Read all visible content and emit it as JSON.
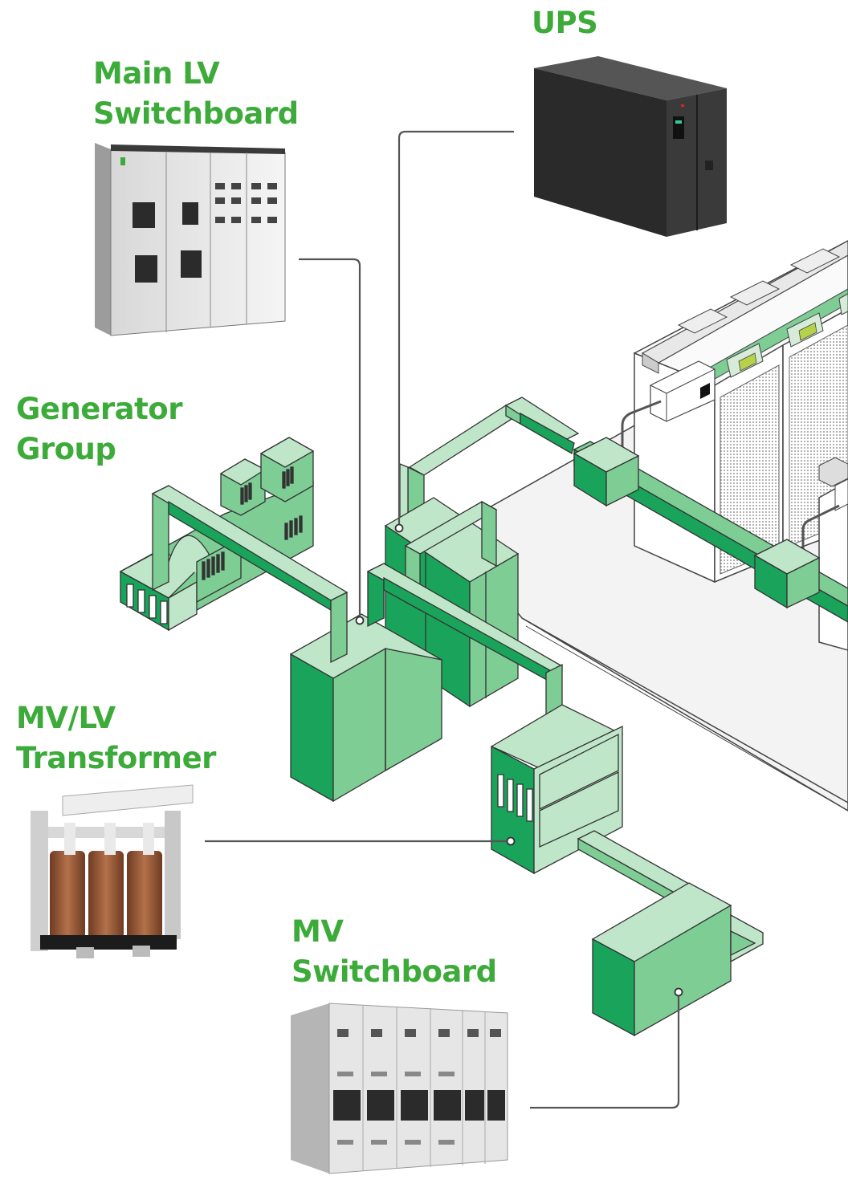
{
  "labels": {
    "ups": "UPS",
    "main_lv_switchboard": [
      "Main LV",
      "Switchboard"
    ],
    "generator_group": [
      "Generator",
      "Group"
    ],
    "mv_lv_transformer": [
      "MV/LV",
      "Transformer"
    ],
    "mv_switchboard": [
      "MV",
      "Switchboard"
    ]
  },
  "colors": {
    "label": "#3dab3a",
    "accent_green": "#1aa35a",
    "mid_green": "#7dcd94",
    "light_green": "#bfe6c9",
    "line": "#555555"
  },
  "icons": [
    "ups-unit",
    "lv-switchboard-cabinet",
    "generator-set",
    "dry-type-transformer",
    "mv-switchgear",
    "server-rack"
  ]
}
